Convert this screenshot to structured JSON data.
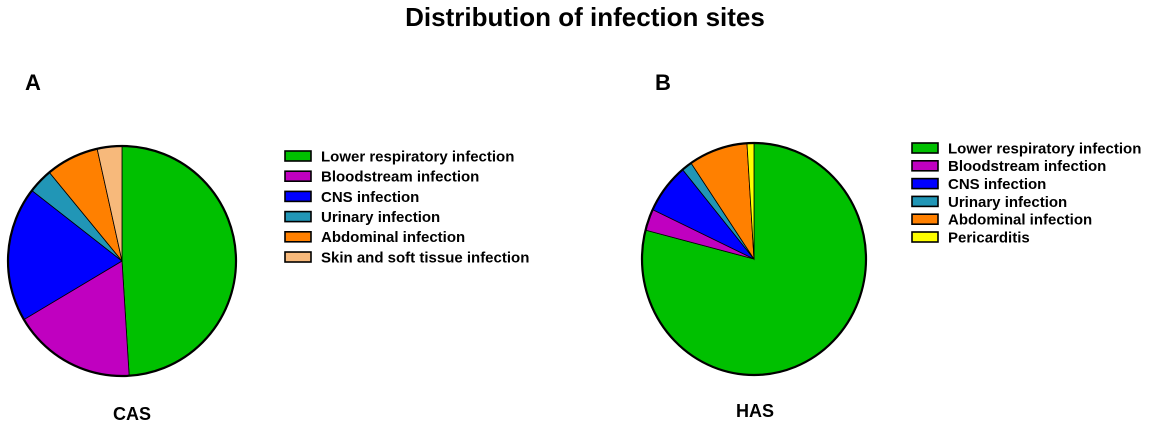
{
  "title": "Distribution of infection sites",
  "chart_data": [
    {
      "type": "pie",
      "panel": "A",
      "label": "CAS",
      "categories": [
        "Lower respiratory infection",
        "Bloodstream infection",
        "CNS infection",
        "Urinary infection",
        "Abdominal infection",
        "Skin and soft tissue infection"
      ],
      "values": [
        49,
        17.5,
        19,
        3.5,
        7.5,
        3.5
      ],
      "colors": [
        "#00c000",
        "#c000c0",
        "#0000ff",
        "#2196b6",
        "#ff8000",
        "#f7b97b"
      ],
      "legend_position": "right"
    },
    {
      "type": "pie",
      "panel": "B",
      "label": "HAS",
      "categories": [
        "Lower respiratory infection",
        "Bloodstream infection",
        "CNS infection",
        "Urinary infection",
        "Abdominal infection",
        "Pericarditis"
      ],
      "values": [
        79,
        3,
        7,
        1.5,
        8.5,
        1
      ],
      "colors": [
        "#00c000",
        "#c000c0",
        "#0000ff",
        "#2196b6",
        "#ff8000",
        "#ffff00"
      ],
      "legend_position": "right"
    }
  ]
}
